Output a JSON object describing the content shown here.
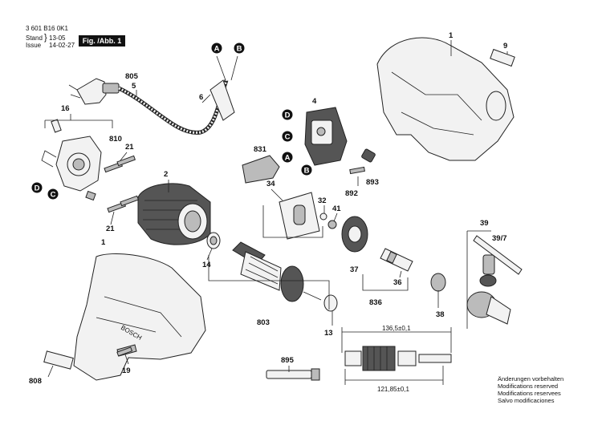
{
  "header": {
    "part_number": "3 601 B16 0K1",
    "stand_label": "Stand",
    "issue_label": "Issue",
    "stand_date": "13-05",
    "issue_date": "14-02-27",
    "figure_tag": "Fig. /Abb. 1"
  },
  "connectors": [
    "A",
    "B",
    "C",
    "D"
  ],
  "callouts": {
    "c1_top": "1",
    "c9": "9",
    "c805": "805",
    "c5": "5",
    "c6": "6",
    "c16": "16",
    "c810": "810",
    "c4": "4",
    "c831": "831",
    "c21_top": "21",
    "c2": "2",
    "c21_bot": "21",
    "c892": "892",
    "c893": "893",
    "c34": "34",
    "c32": "32",
    "c41": "41",
    "c39": "39",
    "c39_7": "39/7",
    "c1_bot": "1",
    "c14": "14",
    "c37": "37",
    "c36": "36",
    "c836": "836",
    "c38": "38",
    "c803": "803",
    "c13": "13",
    "c19": "19",
    "c808": "808",
    "c895": "895"
  },
  "dimensions": {
    "upper": "136,5±0,1",
    "lower": "121,85±0,1"
  },
  "modifications": [
    "Änderungen vorbehalten",
    "Modifications reserved",
    "Modifications reservees",
    "Salvo modificaciones"
  ]
}
